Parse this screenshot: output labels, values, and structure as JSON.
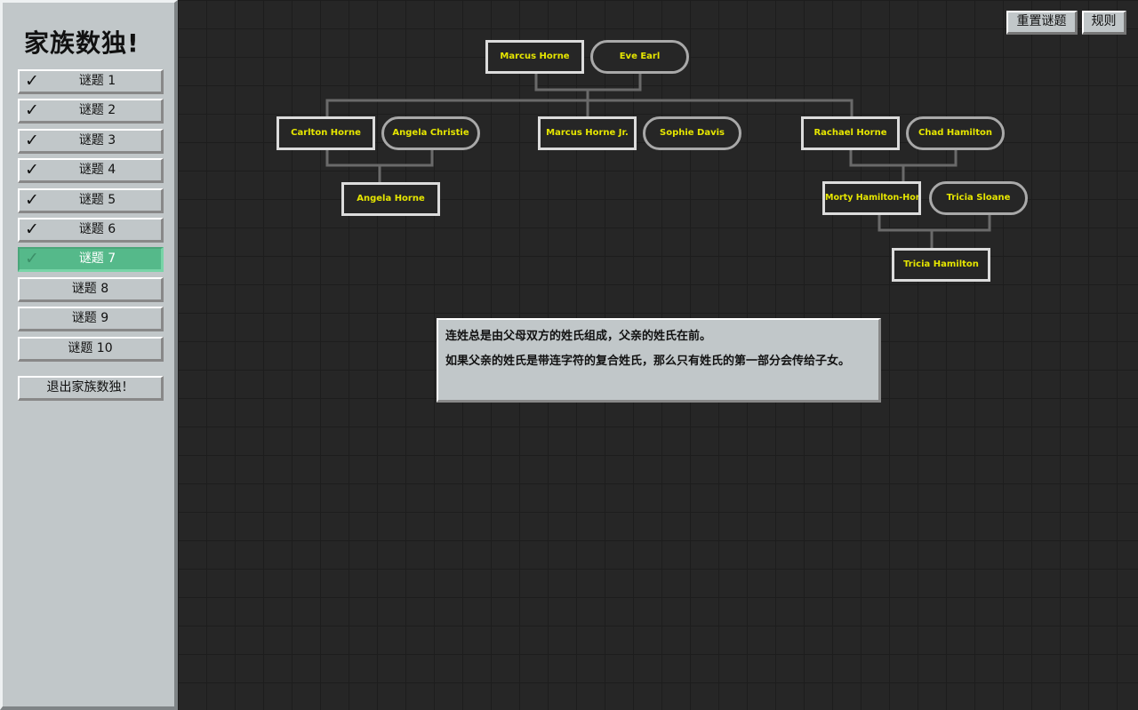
{
  "sidebar": {
    "title": "家族数独!",
    "puzzles": [
      {
        "label": "谜题 1",
        "solved": true
      },
      {
        "label": "谜题 2",
        "solved": true
      },
      {
        "label": "谜题 3",
        "solved": true
      },
      {
        "label": "谜题 4",
        "solved": true
      },
      {
        "label": "谜题 5",
        "solved": true
      },
      {
        "label": "谜题 6",
        "solved": true
      },
      {
        "label": "谜题 7",
        "solved": true,
        "active": true
      },
      {
        "label": "谜题 8",
        "solved": false
      },
      {
        "label": "谜题 9",
        "solved": false
      },
      {
        "label": "谜题 10",
        "solved": false
      }
    ],
    "check_glyph": "✓",
    "exit_label": "退出家族数独！"
  },
  "toolbar": {
    "reset_label": "重置谜题",
    "rules_label": "规则"
  },
  "tree": {
    "nodes": {
      "marcus": "Marcus Horne",
      "eve": "Eve Earl",
      "carlton": "Carlton Horne",
      "angela_c": "Angela Christie",
      "marcus_jr": "Marcus Horne Jr.",
      "sophie": "Sophie Davis",
      "rachael": "Rachael Horne",
      "chad": "Chad Hamilton",
      "angela_h": "Angela Horne",
      "morty": "Morty Hamilton-Horne",
      "tricia_s": "Tricia Sloane",
      "tricia_h": "Tricia Hamilton"
    }
  },
  "info": {
    "line1": "连姓总是由父母双方的姓氏组成，父亲的姓氏在前。",
    "line2": "如果父亲的姓氏是带连字符的复合姓氏，那么只有姓氏的第一部分会传给子女。"
  },
  "colors": {
    "accent": "#55b98a",
    "name_text": "#e6e600",
    "panel": "#c1c7c9"
  }
}
